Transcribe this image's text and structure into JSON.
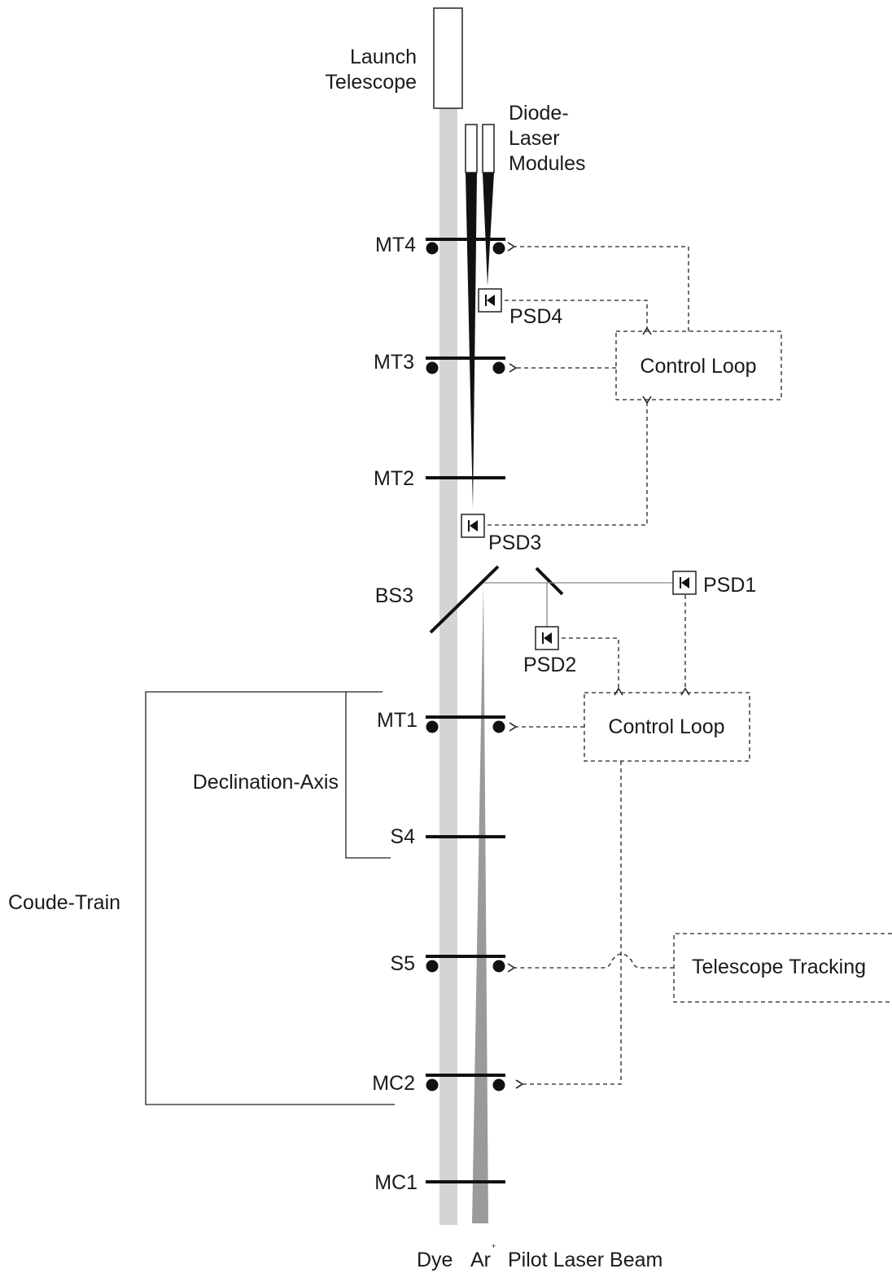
{
  "labels": {
    "launch_telescope": [
      "Launch",
      "Telescope"
    ],
    "diode_laser_modules": [
      "Diode-",
      "Laser",
      "Modules"
    ],
    "mt4": "MT4",
    "mt3": "MT3",
    "mt2": "MT2",
    "mt1": "MT1",
    "bs3": "BS3",
    "s4": "S4",
    "s5": "S5",
    "mc2": "MC2",
    "mc1": "MC1",
    "psd1": "PSD1",
    "psd2": "PSD2",
    "psd3": "PSD3",
    "psd4": "PSD4",
    "control_loop_upper": "Control Loop",
    "control_loop_lower": "Control Loop",
    "telescope_tracking": "Telescope Tracking",
    "declination_axis": "Declination-Axis",
    "coude_train": "Coude-Train",
    "beam_dye": "Dye",
    "beam_ar": "Ar",
    "beam_ar_superscript": "+",
    "beam_pilot": "Pilot Laser Beam"
  },
  "colors": {
    "dye_beam": "#d4d4d4",
    "ar_beam": "#9a9a9a",
    "diode_beam": "#111111",
    "mirror": "#111111",
    "line": "#222222"
  },
  "icons": {
    "psd": "photodiode-icon"
  }
}
